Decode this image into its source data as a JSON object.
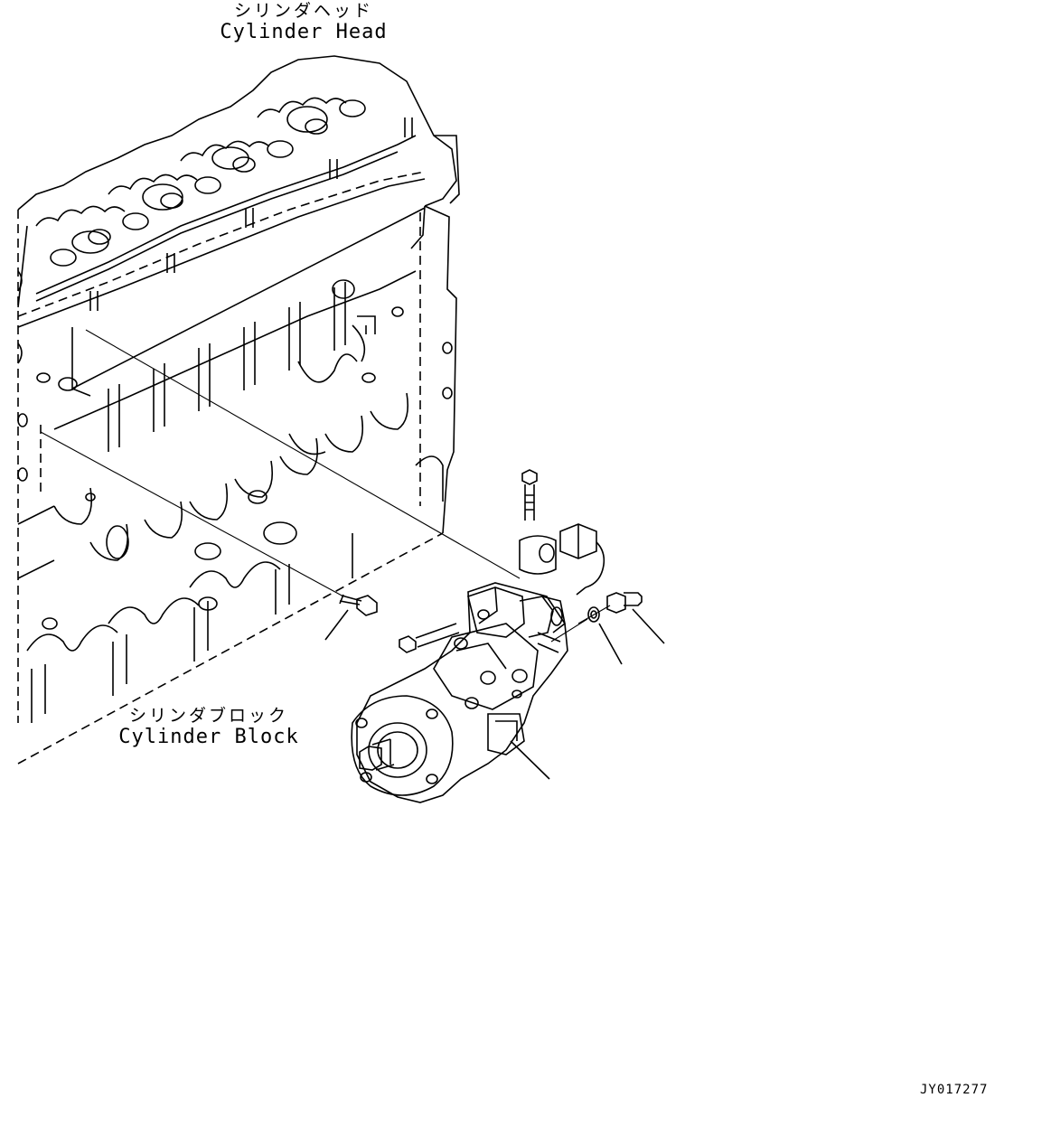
{
  "labels": {
    "cylinder_head": {
      "ja": "シリンダヘッド",
      "en": "Cylinder Head"
    },
    "cylinder_block": {
      "ja": "シリンダブロック",
      "en": "Cylinder Block"
    }
  },
  "drawing_id": "JY017277",
  "colors": {
    "line": "#000000",
    "background": "#ffffff"
  }
}
